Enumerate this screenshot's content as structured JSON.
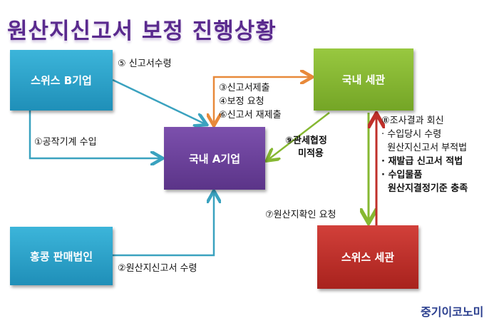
{
  "title": "원산지신고서 보정 진행상황",
  "boxes": {
    "swiss_b": "스위스 B기업",
    "domestic_a": "국내 A기업",
    "domestic_customs": "국내 세관",
    "hongkong": "홍콩 판매법인",
    "swiss_customs": "스위스 세관"
  },
  "labels": {
    "step5": "⑤ 신고서수령",
    "step1": "①공작기계 수입",
    "step3": "③신고서제출",
    "step4": "④보정 요청",
    "step6": "⑥신고서 재제출",
    "step9_line1": "⑨관세협정",
    "step9_line2": "미적용",
    "step7": "⑦원산지확인  요청",
    "step2": "②원산지신고서 수령",
    "step8": "⑧조사결과 회신",
    "step8_items": [
      "· 수입당시 수령",
      "  원산지신고서 부적법",
      "· 재발급 신고서 적법",
      "· 수입물품",
      "  원산지결정기준 충족"
    ]
  },
  "colors": {
    "cyan": "#2ea3c8",
    "purple": "#6a3d9a",
    "green": "#86b832",
    "red": "#c0302a",
    "orange": "#e8893a"
  },
  "logo": "중기이코노미"
}
